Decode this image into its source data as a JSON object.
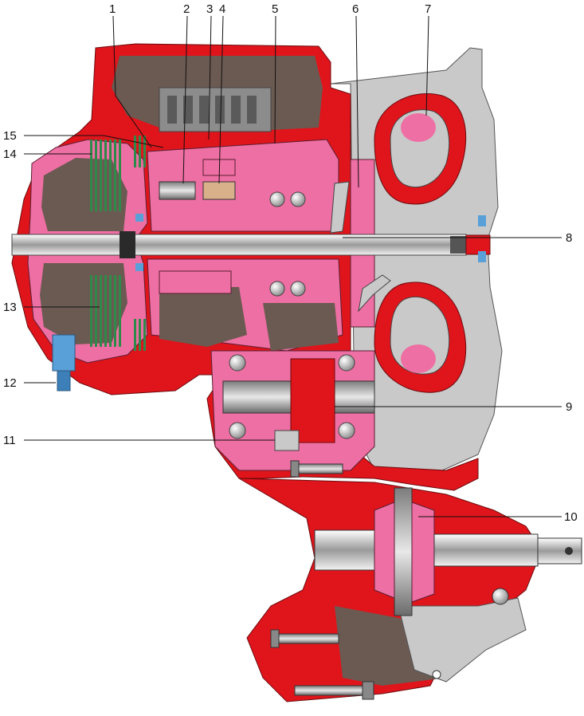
{
  "figure": {
    "callouts": [
      {
        "id": "1",
        "label": "1"
      },
      {
        "id": "2",
        "label": "2"
      },
      {
        "id": "3",
        "label": "3"
      },
      {
        "id": "4",
        "label": "4"
      },
      {
        "id": "5",
        "label": "5"
      },
      {
        "id": "6",
        "label": "6"
      },
      {
        "id": "7",
        "label": "7"
      },
      {
        "id": "8",
        "label": "8"
      },
      {
        "id": "9",
        "label": "9"
      },
      {
        "id": "10",
        "label": "10"
      },
      {
        "id": "11",
        "label": "11"
      },
      {
        "id": "12",
        "label": "12"
      },
      {
        "id": "13",
        "label": "13"
      },
      {
        "id": "14",
        "label": "14"
      },
      {
        "id": "15",
        "label": "15"
      }
    ],
    "colors": {
      "housing_grey": "#c9c9c9",
      "housing_dark": "#6b5a52",
      "oil_red": "#e0141b",
      "component_pink": "#ee6fa3",
      "shaft_light": "#e6e6e6",
      "seal_blue": "#5aa0d8"
    }
  }
}
